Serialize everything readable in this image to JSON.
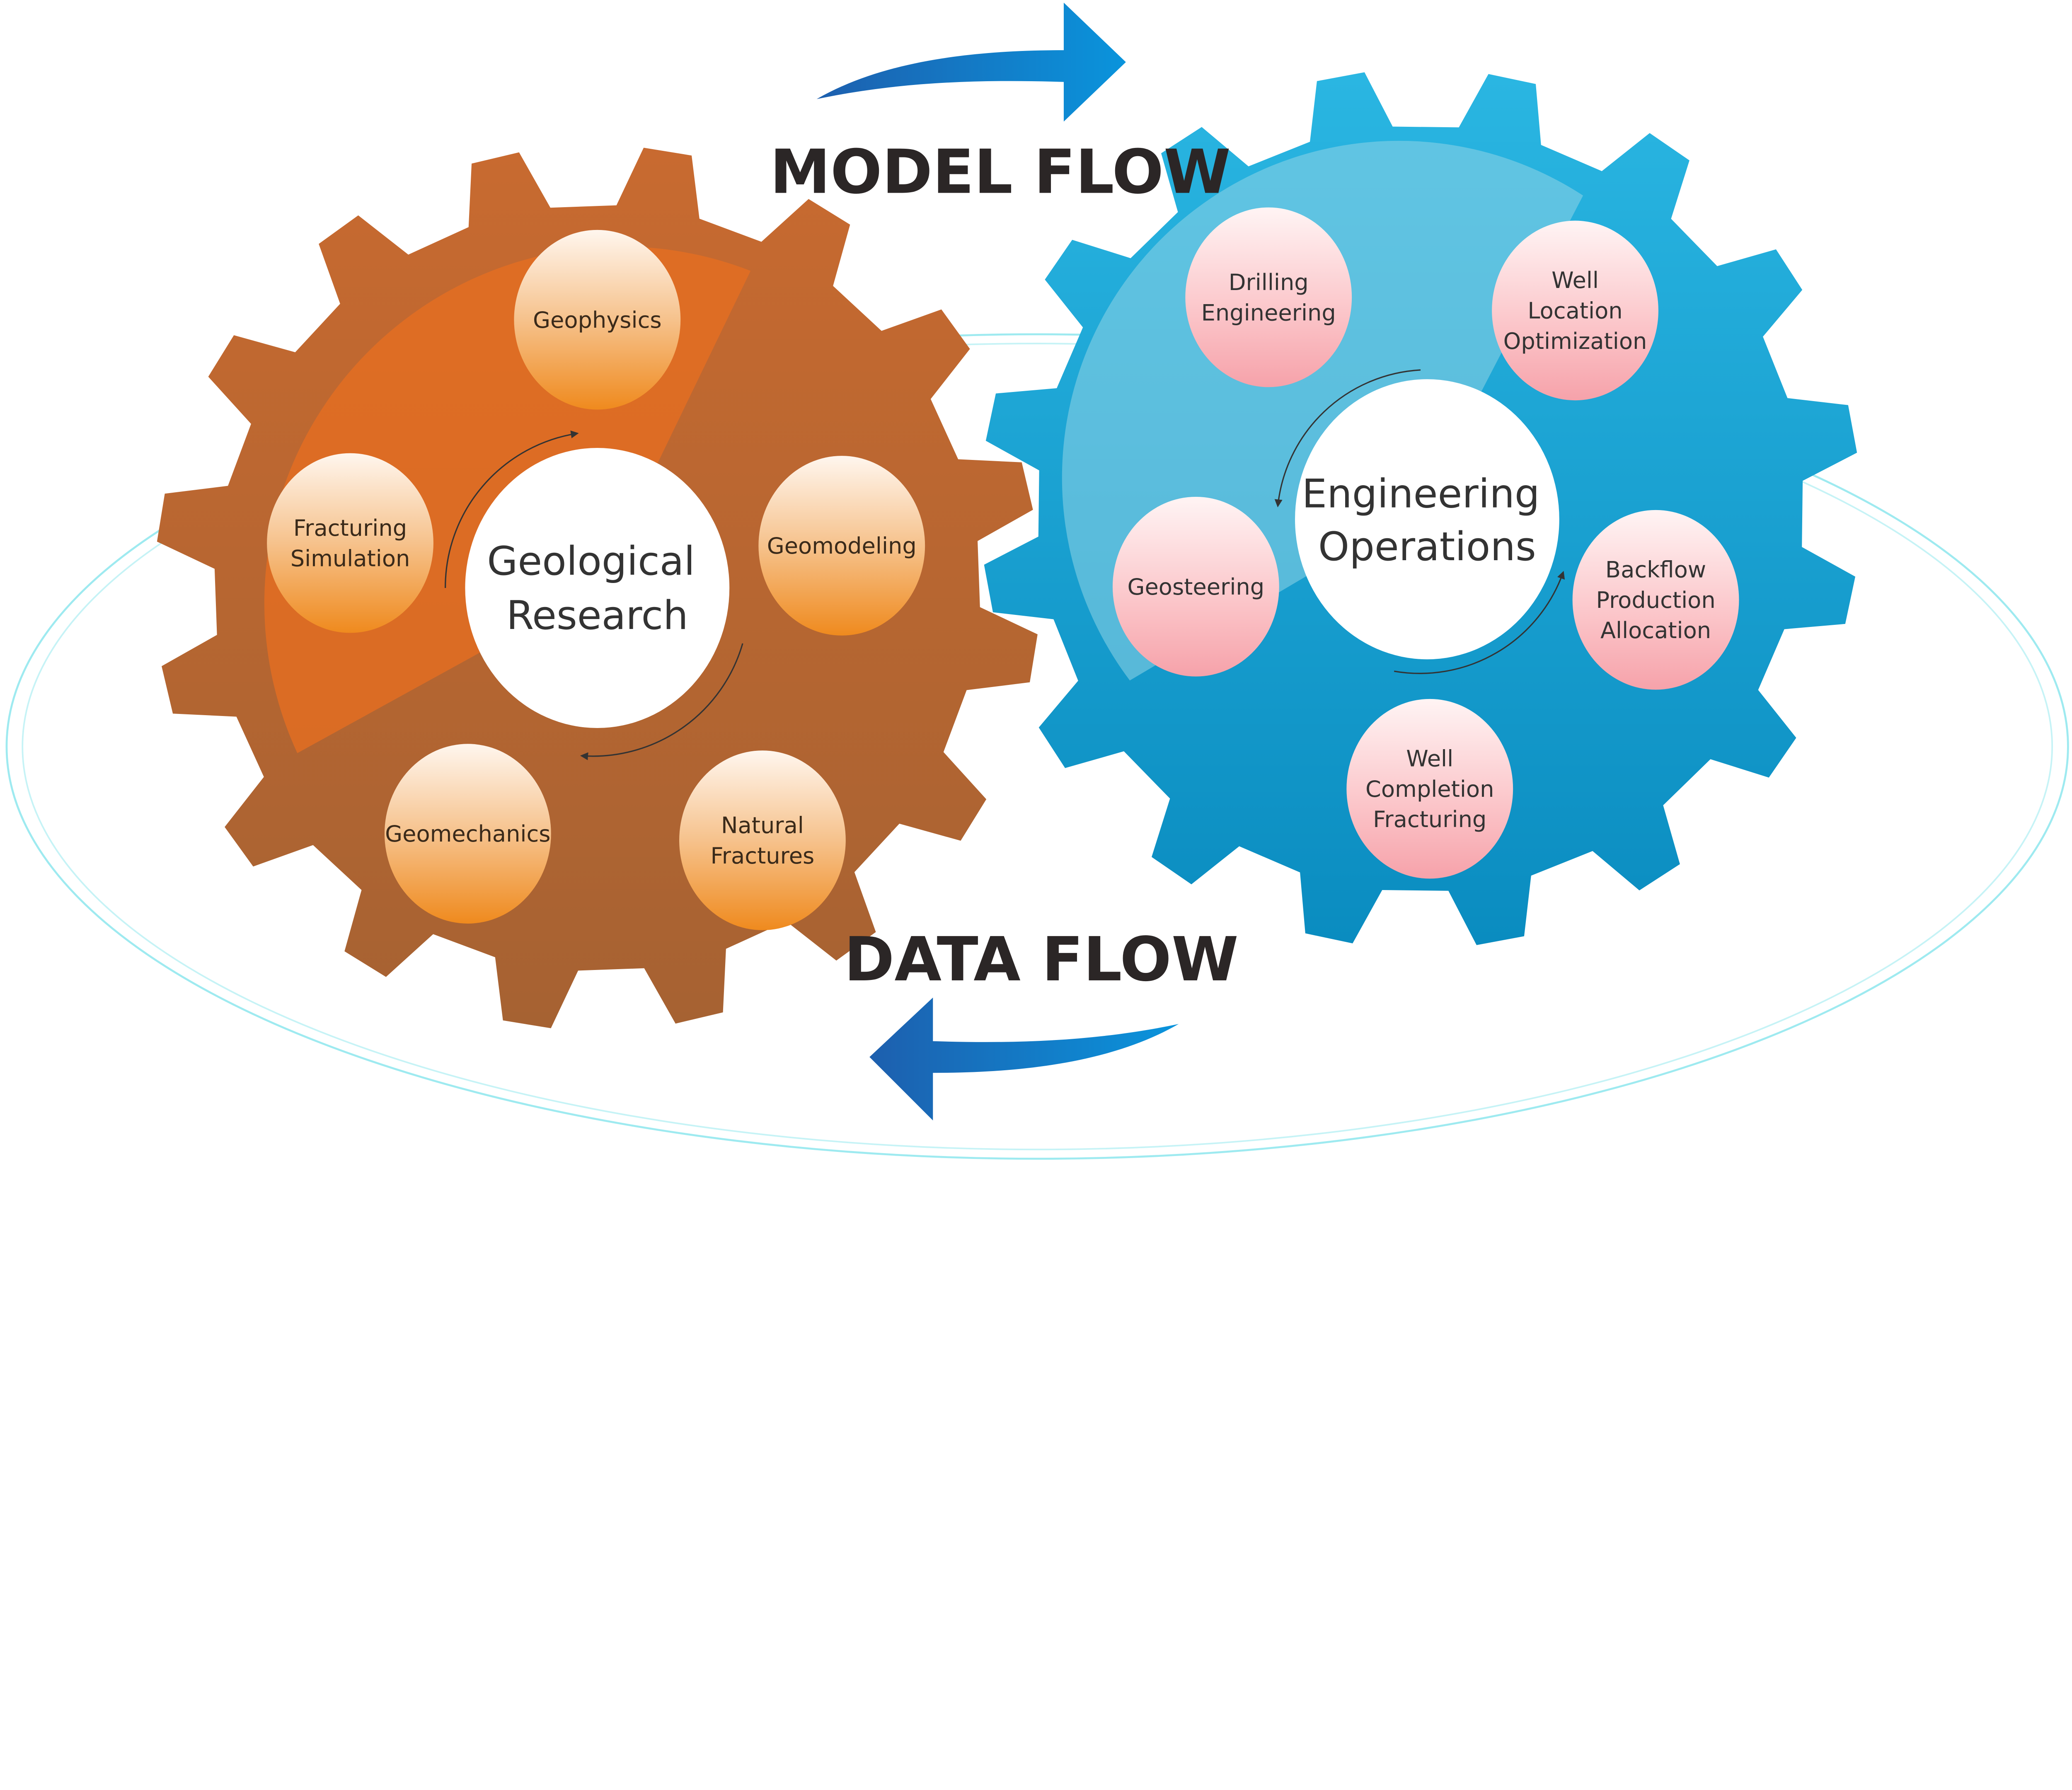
{
  "labels": {
    "model_flow": "MODEL FLOW",
    "data_flow": "DATA FLOW"
  },
  "left_gear": {
    "center": [
      "Geological",
      "Research"
    ],
    "nodes": [
      {
        "lines": [
          "Geophysics"
        ]
      },
      {
        "lines": [
          "Geomodeling"
        ]
      },
      {
        "lines": [
          "Natural",
          "Fractures"
        ]
      },
      {
        "lines": [
          "Geomechanics"
        ]
      },
      {
        "lines": [
          "Fracturing",
          "Simulation"
        ]
      }
    ]
  },
  "right_gear": {
    "center": [
      "Engineering",
      "Operations"
    ],
    "nodes": [
      {
        "lines": [
          "Drilling",
          "Engineering"
        ]
      },
      {
        "lines": [
          "Well",
          "Location",
          "Optimization"
        ]
      },
      {
        "lines": [
          "Backflow",
          "Production",
          "Allocation"
        ]
      },
      {
        "lines": [
          "Well",
          "Completion",
          "Fracturing"
        ]
      },
      {
        "lines": [
          "Geosteering"
        ]
      }
    ]
  },
  "colors": {
    "left_gear": "#b06330",
    "right_gear": "#1aa3d6",
    "arrow": "#0a86d4",
    "orbit": "#7fe3ea"
  }
}
